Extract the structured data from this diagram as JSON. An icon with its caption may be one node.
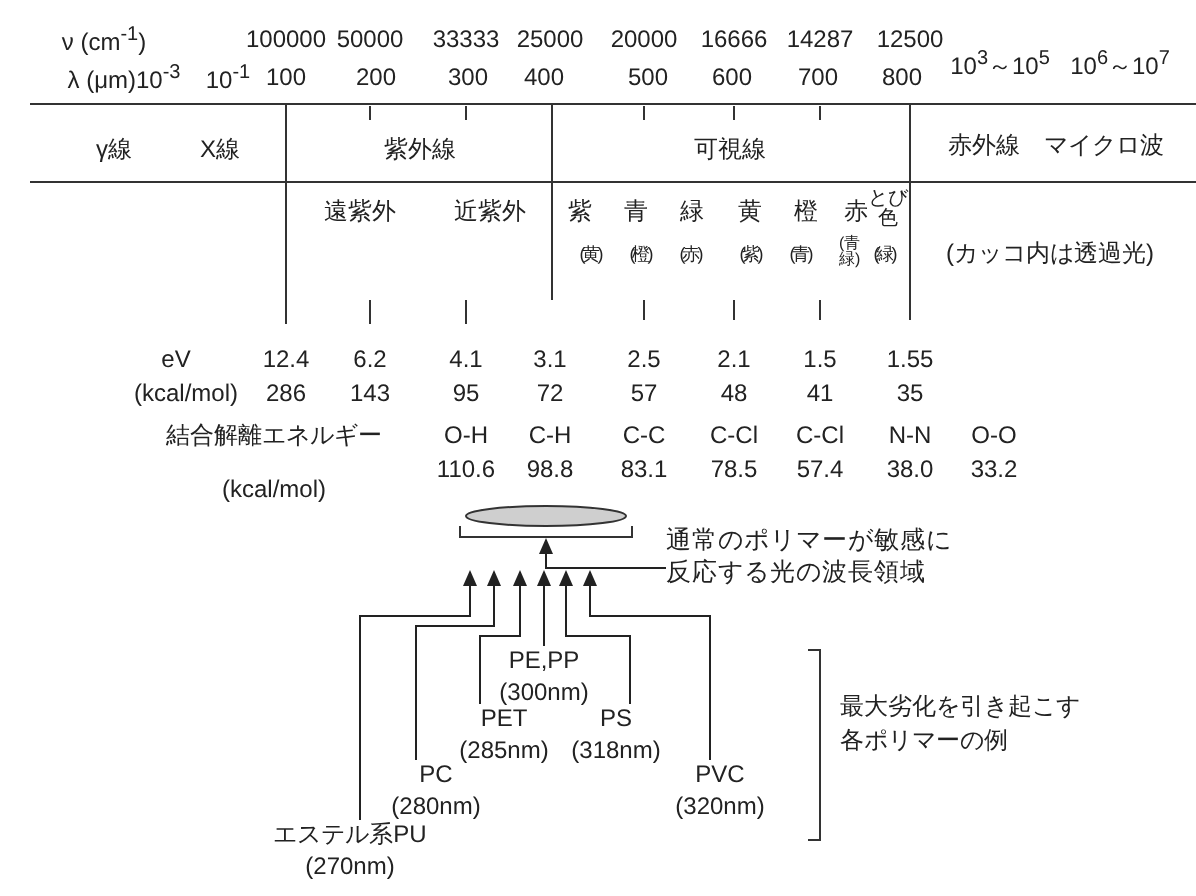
{
  "diagram": {
    "nodes": [
      {
        "text": [],
        "shape": "ellipse"
      },
      {
        "text": [
          "通常のポリマーが敏感に反応する光の波長領域"
        ]
      },
      {
        "text": [
          "PE,PP (300nm)"
        ]
      },
      {
        "text": [
          "PET (285nm)"
        ]
      },
      {
        "text": [
          "PS (318nm)"
        ]
      },
      {
        "text": [
          "PC (280nm)"
        ]
      },
      {
        "text": [
          "PVC (320nm)"
        ]
      },
      {
        "text": [
          "エステル系PU (270nm)"
        ]
      }
    ],
    "edges": [
      {
        "from": 1,
        "to": 0,
        "arrow": "to"
      },
      {
        "from": 7,
        "to": 0,
        "arrow": "to"
      },
      {
        "from": 5,
        "to": 0,
        "arrow": "to"
      },
      {
        "from": 3,
        "to": 0,
        "arrow": "to"
      },
      {
        "from": 2,
        "to": 0,
        "arrow": "to"
      },
      {
        "from": 4,
        "to": 0,
        "arrow": "to"
      },
      {
        "from": 6,
        "to": 0,
        "arrow": "to"
      }
    ],
    "labels": [
      "ν (cm$^{-1}$)",
      "100000",
      "50000",
      "33333",
      "25000",
      "20000",
      "16666",
      "14287",
      "12500",
      "10$^{3}$～10$^{5}$",
      "10$^{6}$～10$^{7}$",
      "λ (μm)10$^{-3}$",
      "10$^{-1}$",
      "100",
      "200",
      "300",
      "400",
      "500",
      "600",
      "700",
      "800",
      "γ線",
      "X線",
      "紫外線",
      "可視線",
      "赤外線",
      "マイクロ波",
      "遠紫外",
      "近紫外",
      "紫",
      "青",
      "緑",
      "黄",
      "橙",
      "赤",
      "とび色",
      "(黄)",
      "(橙)",
      "(赤)",
      "(紫)",
      "(青)",
      "(青緑)",
      "(緑)",
      "(カッコ内は透過光)",
      "eV",
      "12.4",
      "6.2",
      "4.1",
      "3.1",
      "2.5",
      "2.1",
      "1.5",
      "1.55",
      "(kcal/mol)",
      "286",
      "143",
      "95",
      "72",
      "57",
      "48",
      "41",
      "35",
      "結合解離エネルギー",
      "O-H",
      "C-H",
      "C-C",
      "C-Cl",
      "C-Cl",
      "N-N",
      "O-O",
      "(kcal/mol)",
      "110.6",
      "98.8",
      "83.1",
      "78.5",
      "57.4",
      "38.0",
      "33.2",
      "最大劣化を引き起こす各ポリマーの例"
    ]
  }
}
